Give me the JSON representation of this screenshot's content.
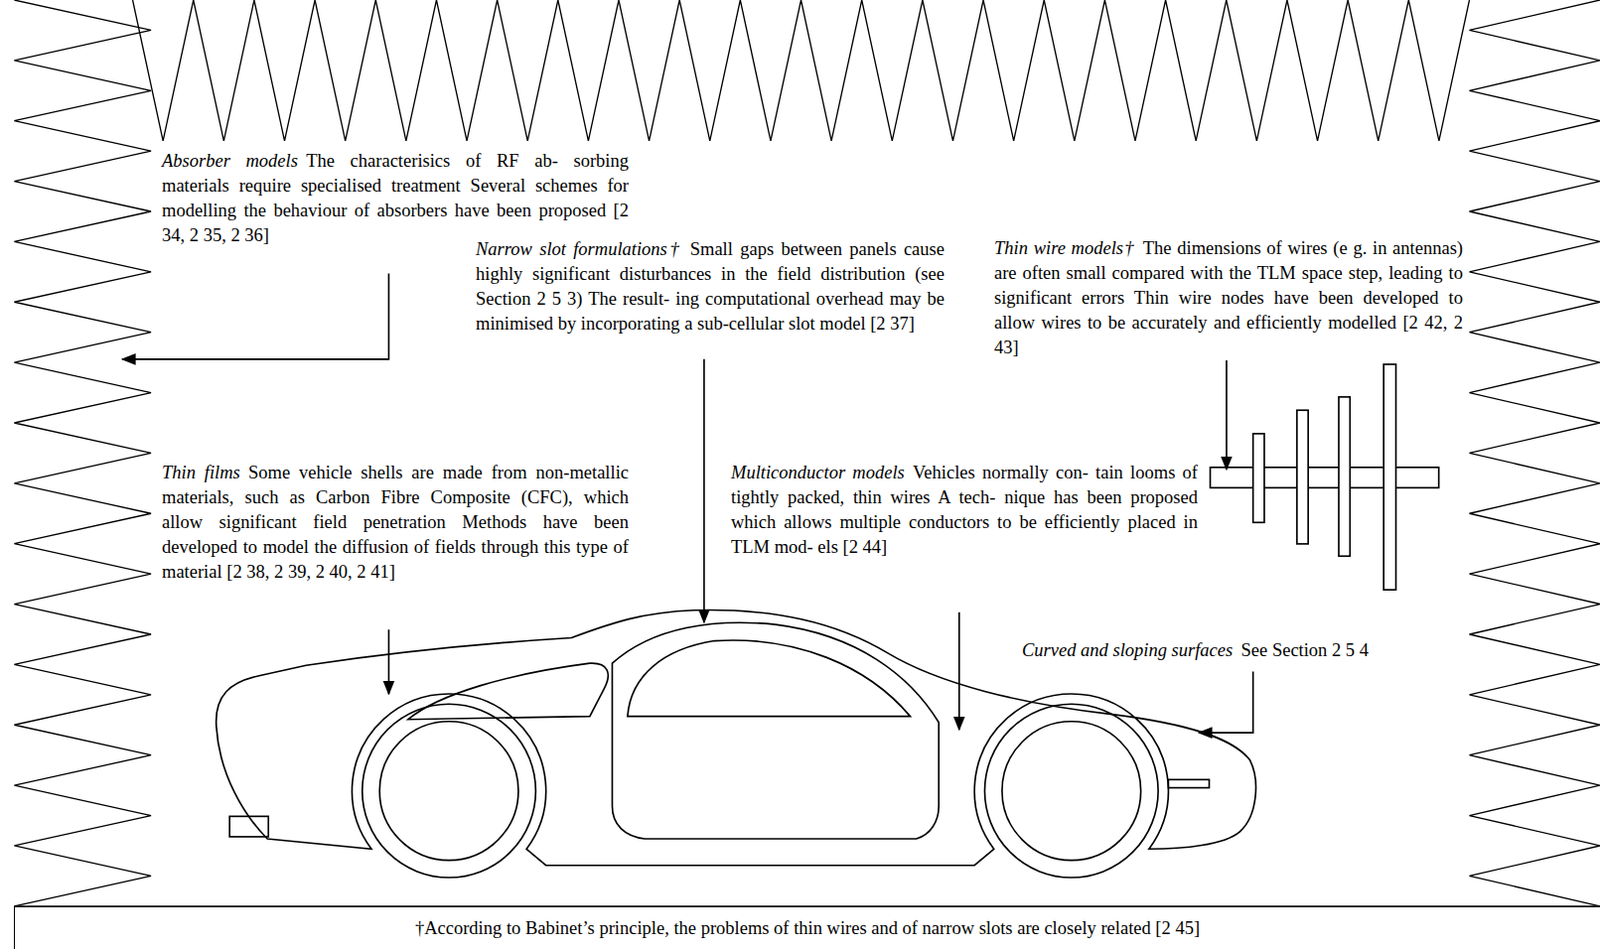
{
  "diagram": {
    "nodes": [
      {
        "text": [
          "†According to Babinet’s principle, the problems of thin wires and of narrow slots are closely related [2 45]"
        ]
      }
    ],
    "labels": [
      "Absorber models",
      "The characterisics of RF ab- sorbing materials require specialised treatment Several schemes for modelling the behaviour of absorbers have been proposed [2 34, 2 35, 2 36]",
      "Narrow slot formulations†",
      "Small gaps between panels cause highly significant disturbances in the field distribution (see Section 2 5 3) The result- ing computational overhead may be minimised by incorporating a sub-cellular slot model [2 37]",
      "Thin wire models†",
      "The dimensions of wires (e g. in antennas) are often small compared with the TLM space step, leading to significant errors Thin wire nodes have been developed to allow wires to be accurately and efficiently modelled [2 42, 2 43]",
      "Thin films",
      "Some vehicle shells are made from non-metallic materials, such as Carbon Fibre Composite (CFC), which allow significant field penetration Methods have been developed to model the diffusion of fields through this type of material [2 38, 2 39, 2 40, 2 41]",
      "Multiconductor models",
      "Vehicles normally con- tain looms of tightly packed, thin wires A tech- nique has been proposed which allows multiple conductors to be efficiently placed in TLM mod- els [2 44]",
      "Curved and sloping surfaces",
      "See Section 2 5 4"
    ]
  }
}
